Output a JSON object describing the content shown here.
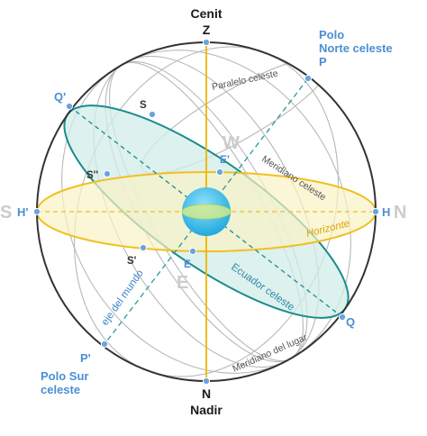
{
  "labels": {
    "cenit": "Cenit",
    "z": "Z",
    "nadir": "Nadir",
    "n_bottom": "N",
    "polo_norte_1": "Polo",
    "polo_norte_2": "Norte celeste",
    "polo_norte_p": "P",
    "polo_sur_p": "P'",
    "polo_sur_1": "Polo Sur",
    "polo_sur_2": "celeste",
    "q_prime": "Q'",
    "q": "Q",
    "s": "S",
    "s_double": "S''",
    "s_prime": "S'",
    "h_prime": "H'",
    "h": "H",
    "big_s": "S",
    "big_n": "N",
    "big_w": "W",
    "big_e": "E",
    "e_prime": "E'",
    "e": "E"
  },
  "curve_labels": {
    "paralelo": "Paralelo celeste",
    "meridiano_celeste": "Meridiano celeste",
    "meridiano_lugar": "Meridiano del lugar",
    "horizonte": "Horizonte",
    "ecuador": "Ecuador celeste",
    "eje": "eje del mundo"
  },
  "colors": {
    "sphere": "#333333",
    "grid": "#b8b8b8",
    "horizon": "#f0c020",
    "horizon_fill": "#f8f2c4",
    "equator": "#1a8c8c",
    "equator_fill": "#d2ecea",
    "axis": "#2a9a9a",
    "zenith_line": "#f0b400",
    "point": "#6aa4e0",
    "earth": "#35c0ee"
  }
}
